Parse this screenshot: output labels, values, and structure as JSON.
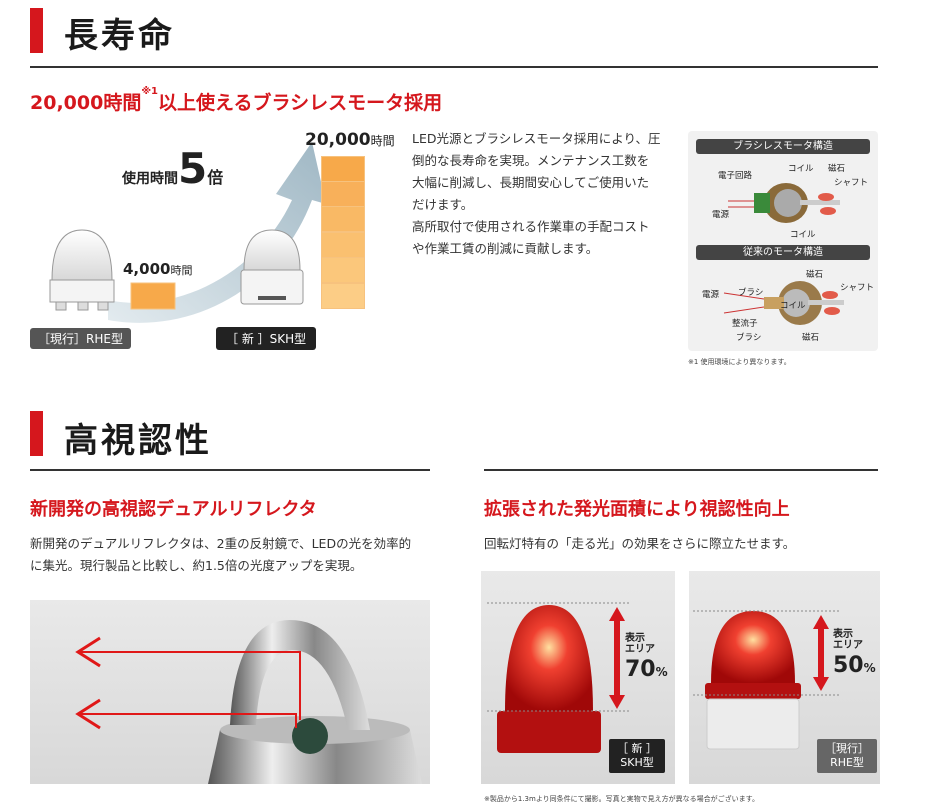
{
  "section1": {
    "title": "長寿命",
    "headline_main": "20,000時間",
    "headline_sup": "※1",
    "headline_rest": "以上使えるブラシレスモータ採用",
    "chart": {
      "label_usage": "使用時間",
      "label_multiplier": "5",
      "label_times": "倍",
      "old_value": "4,000",
      "old_unit": "時間",
      "new_value": "20,000",
      "new_unit": "時間",
      "old_tag": "［現行］RHE型",
      "new_tag": "［ 新 ］SKH型"
    },
    "body_lines": [
      "LED光源とブラシレスモータ採用により、圧",
      "倒的な長寿命を実現。メンテナンス工数を",
      "大幅に削減し、長期間安心してご使用いた",
      "だけます。",
      "高所取付で使用される作業車の手配コスト",
      "や作業工賃の削減に貢献します。"
    ],
    "diagram": {
      "brushless_title": "ブラシレスモータ構造",
      "brushless_labels": {
        "coil_top": "コイル",
        "magnet": "磁石",
        "circuit": "電子回路",
        "shaft": "シャフト",
        "power": "電源",
        "coil_bottom": "コイル"
      },
      "conventional_title": "従来のモータ構造",
      "conventional_labels": {
        "magnet_top": "磁石",
        "power": "電源",
        "brush_top": "ブラシ",
        "shaft": "シャフト",
        "coil": "コイル",
        "commutator": "整流子",
        "brush_bottom": "ブラシ",
        "magnet_bottom": "磁石"
      }
    },
    "footnote": "※1 使用環境により異なります。"
  },
  "section2": {
    "title": "高視認性",
    "left": {
      "headline": "新開発の高視認デュアルリフレクタ",
      "body_lines": [
        "新開発のデュアルリフレクタは、2重の反射鏡で、LEDの光を効率的",
        "に集光。現行製品と比較し、約1.5倍の光度アップを実現。"
      ]
    },
    "right": {
      "headline": "拡張された発光面積により視認性向上",
      "body": "回転灯特有の「走る光」の効果をさらに際立たせます。",
      "new_area_label_1": "表示",
      "new_area_label_2": "エリア",
      "new_area_value": "70",
      "new_area_unit": "%",
      "new_badge_1": "［ 新 ］",
      "new_badge_2": "SKH型",
      "old_area_label_1": "表示",
      "old_area_label_2": "エリア",
      "old_area_value": "50",
      "old_area_unit": "%",
      "old_badge_1": "［現行］",
      "old_badge_2": "RHE型",
      "footnote": "※製品から1.3mより同条件にて撮影。写真と実物で見え方が異なる場合がございます。"
    }
  },
  "colors": {
    "accent": "#d5171d",
    "bar_orange": "#f7a94a",
    "arrow_blue": "#a9bfcc"
  }
}
